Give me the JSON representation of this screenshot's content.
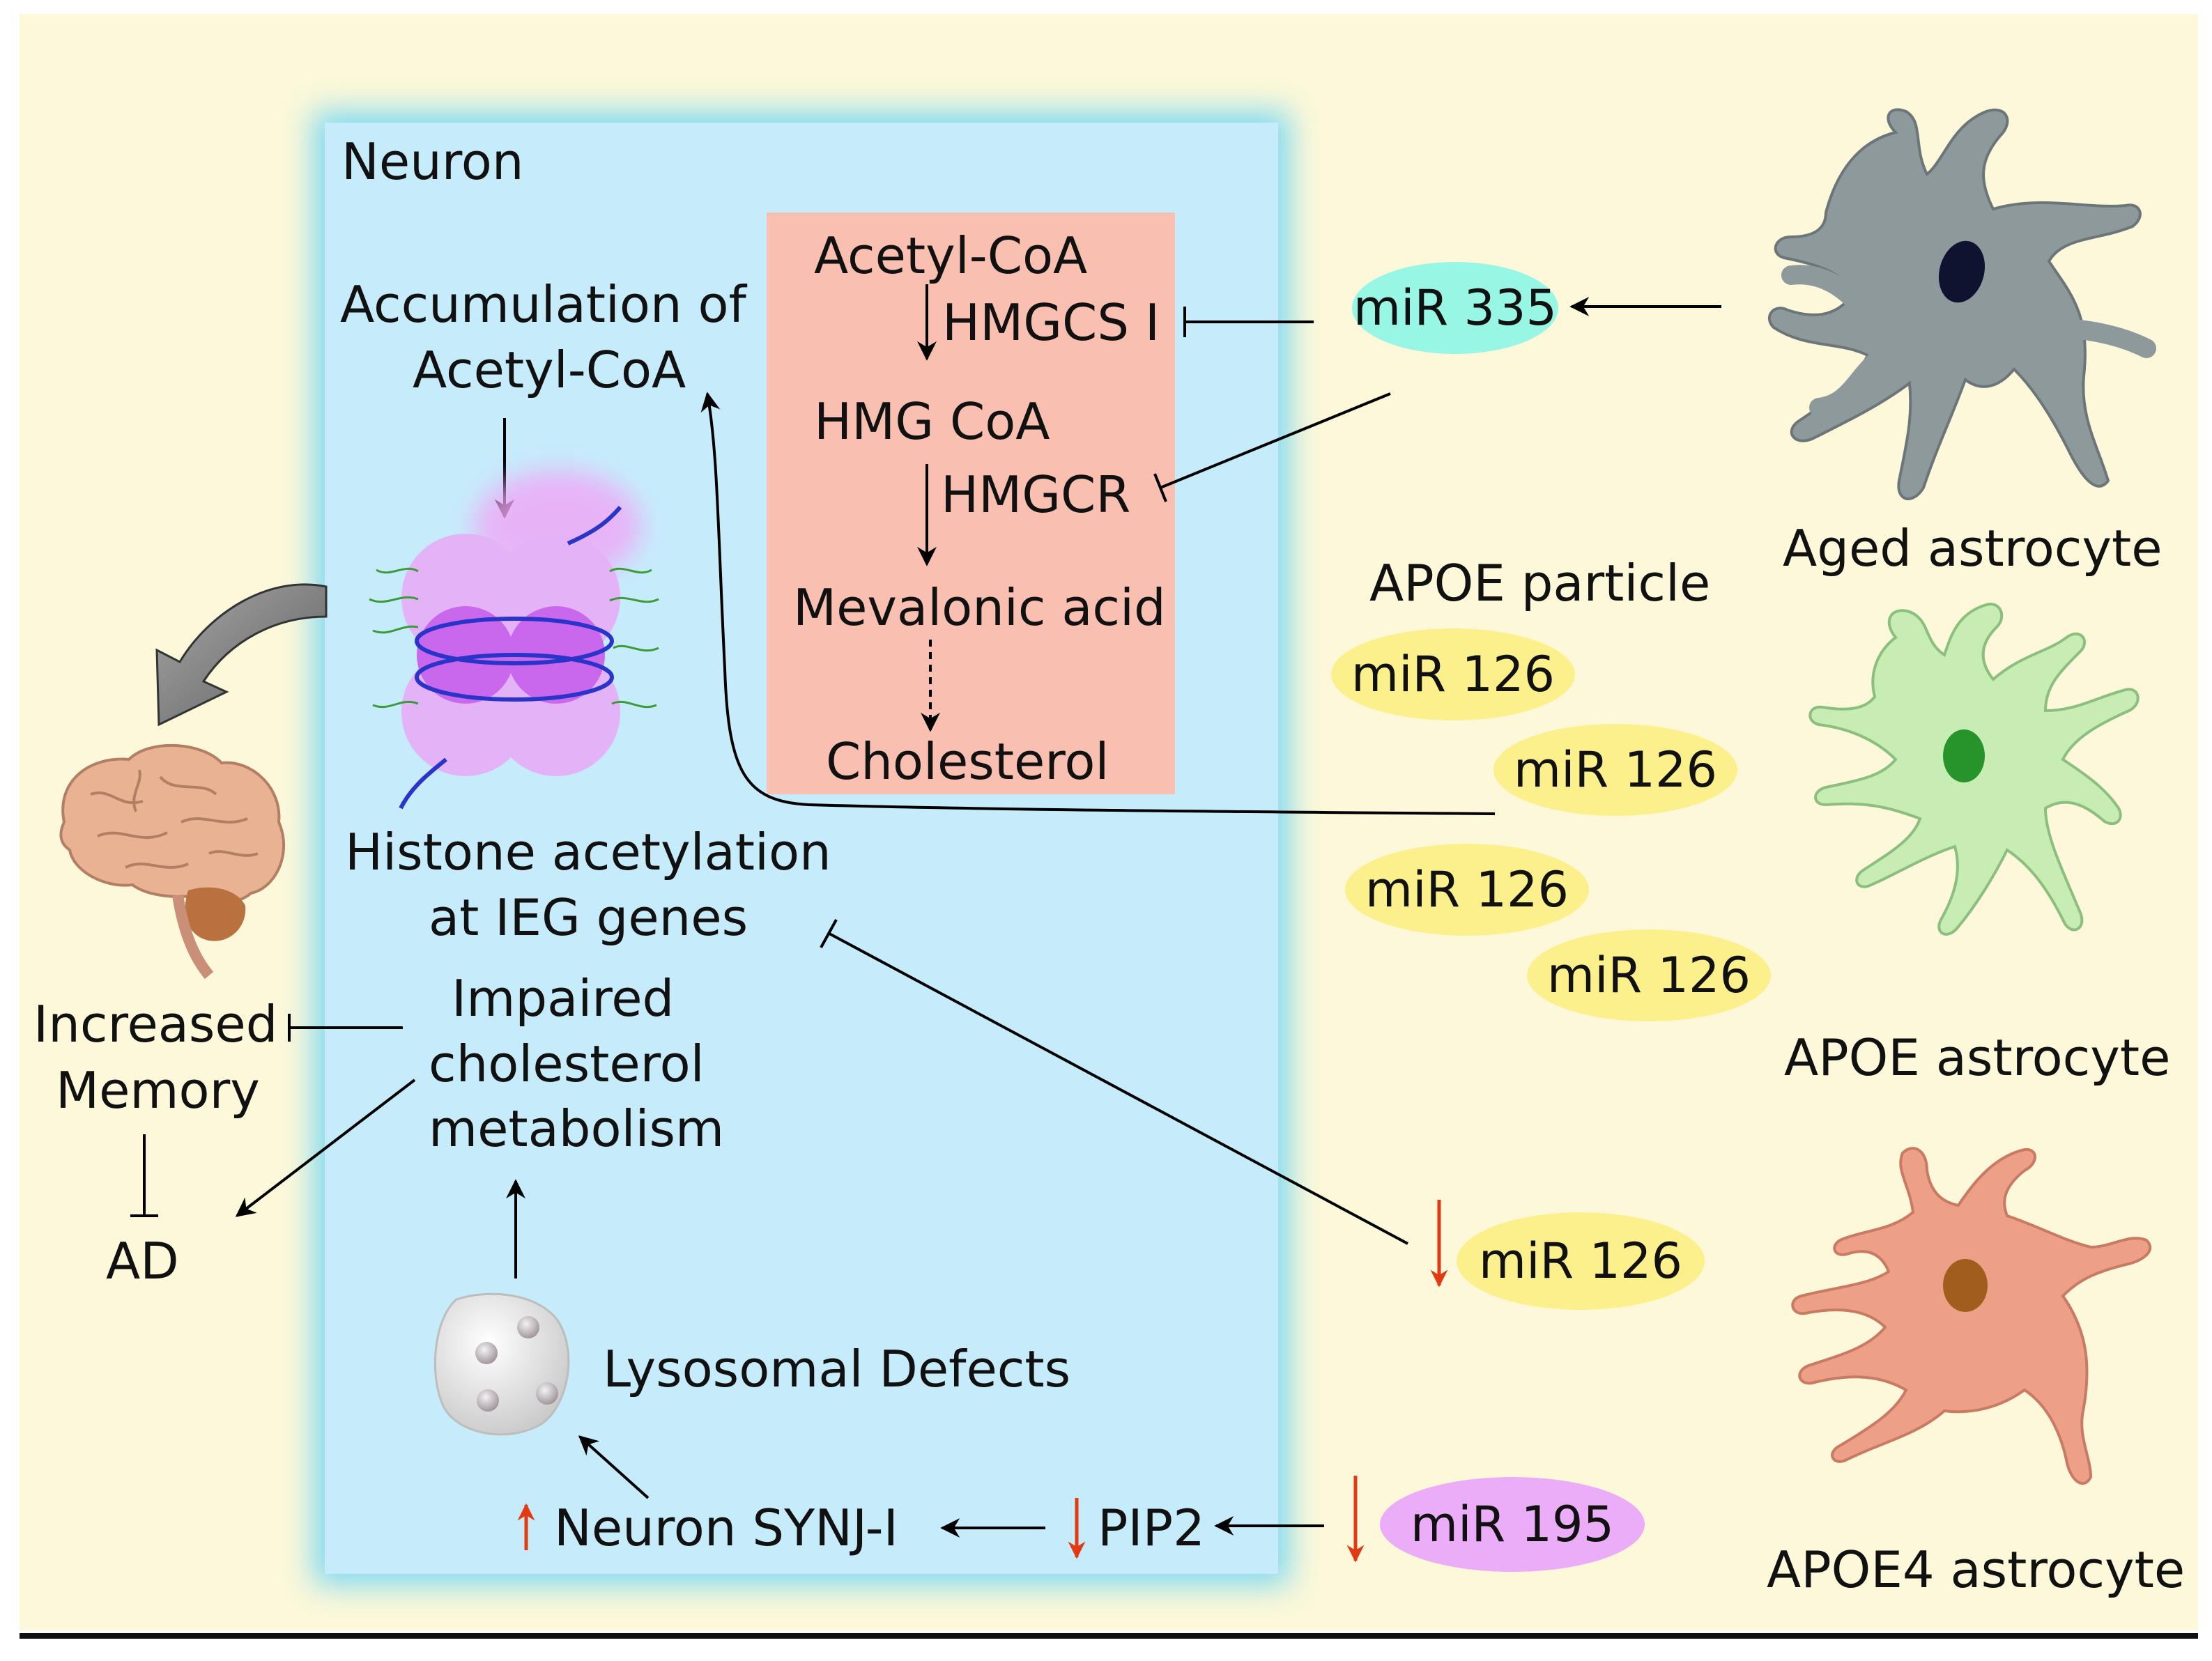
{
  "labels": {
    "neuron": "Neuron",
    "accumulation_1": "Accumulation of",
    "accumulation_2": "Acetyl-CoA",
    "histone_1": "Histone acetylation",
    "histone_2": "at IEG genes",
    "impaired_1": "Impaired",
    "impaired_2": "cholesterol",
    "impaired_3": "metabolism",
    "increased_1": "Increased",
    "increased_2": "Memory",
    "ad": "AD",
    "lysosomal": "Lysosomal Defects",
    "synj": "Neuron SYNJ-I",
    "pip2": "PIP2",
    "apoe_particle": "APOE particle"
  },
  "pathway": {
    "acetyl_coa": "Acetyl-CoA",
    "hmgcs": "HMGCS I",
    "hmg_coa": "HMG CoA",
    "hmgcr": "HMGCR",
    "mevalonic": "Mevalonic acid",
    "cholesterol": "Cholesterol"
  },
  "mirnas": {
    "mir335": "miR 335",
    "mir126_a": "miR 126",
    "mir126_b": "miR 126",
    "mir126_c": "miR 126",
    "mir126_d": "miR 126",
    "mir126_low": "miR 126",
    "mir195": "miR 195"
  },
  "astrocytes": {
    "aged": "Aged astrocyte",
    "apoe": "APOE astrocyte",
    "apoe4": "APOE4 astrocyte"
  },
  "colors": {
    "background": "#fcf8d9",
    "neuron_fill": "#c6ecfb",
    "pathway_box": "#f9bfb1",
    "mir335": "#97f6e4",
    "mir126": "#fcf08d",
    "mir195": "#ecadf8",
    "aged_astrocyte": "#8e999c",
    "apoe_astrocyte": "#c8edb4",
    "apoe4_astrocyte": "#eda088",
    "down_arrow": "#e23a12"
  }
}
